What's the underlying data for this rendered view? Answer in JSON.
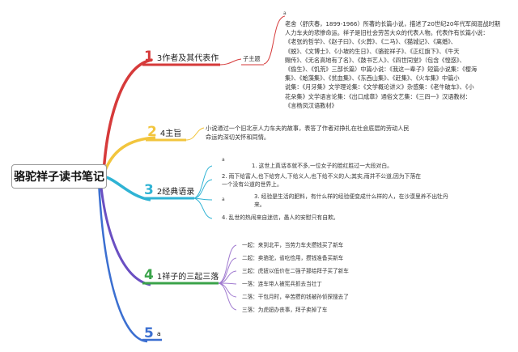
{
  "root": {
    "title": "骆驼祥子读书笔记"
  },
  "branches": [
    {
      "number": "1",
      "label": "3作者及其代表作",
      "color": "#d63a3a"
    },
    {
      "number": "2",
      "label": "4主旨",
      "color": "#f2c53d"
    },
    {
      "number": "3",
      "label": "2经典语录",
      "color": "#2fb3d4"
    },
    {
      "number": "4",
      "label": "1祥子的三起三落",
      "color": "#3aa34a"
    },
    {
      "number": "5",
      "label": "a",
      "color": "#3b6fd1"
    }
  ],
  "author": {
    "child_label": "子主题",
    "marker": "a",
    "lines": [
      "老舍（舒庆春，1899-1966）所著的长篇小说，描述了20世纪20年代军阀混战时期",
      "人力车夫的悲惨命运。祥子是旧社会劳苦大众的代表人物。代表作有长篇小说：",
      "《老张的哲学》、《赵子曰》、《火葬》、《二马》、《猫城记》、《离婚》、",
      "《蜕》、《文博士》、《小坡的生日》、《骆驼祥子》、《正红旗下》、《牛天",
      "赐传》、《无名高地有了名》、《鼓书艺人》、《四世同堂》（包含《惶惑》、",
      "《偷生》、《饥荒》三部长篇）中篇小说：《我这一辈子》短篇小说集：《樱海",
      "集》、《蛤藻集》、《贫血集》、《东西山集》、《赶集》、《火车集》中篇小",
      "说集：《月牙集》文学理论集：《文学概论讲义》杂感集：《老牛破车》、《小",
      "花朵集》文学语言论集：《出口成章》通俗文艺集：《三四一》汉语教材：",
      "《言杨凤汉语教材》"
    ]
  },
  "theme": {
    "lines": [
      "小说通过一个旧北京人力车夫的故事，表答了作者对挣扎在社会底层的劳动人民",
      "命运的深切关怀和同情。"
    ]
  },
  "quotes": {
    "marker": "a",
    "items": [
      {
        "lines": [
          "1. 这世上真话本就不多,一位女子的脸红胜过一大段对白。"
        ]
      },
      {
        "lines": [
          "2. 雨下给富人,也下给穷人,下给义人,也下给不义的人;其实,雨并不公道,因为下落在",
          "一个没有公道的世界上。"
        ]
      },
      {
        "lines": [
          "3. 经验是生活的肥料，有什么样的经验便变成什么样的人，在沙漠里养不出牡丹",
          "来。"
        ]
      },
      {
        "lines": [
          "4. 乱世的热闹来自迷信，愚人的安慰只有自欺。"
        ]
      }
    ]
  },
  "ups_downs": {
    "items": [
      "一起：来到北平，当劳力车夫攒钱买了新车",
      "二起：卖骆驼，省吃俭用，攒钱准备买新车",
      "三起：虎妞以低价在二强子那给拜子买了新车",
      "一落：连车带人被宪兵抓去当壮丁",
      "二落：干包月时，辛苦攒的钱被孙侦探搜去了",
      "三落：为虎妞办丧事，拜子卖掉了车"
    ]
  }
}
